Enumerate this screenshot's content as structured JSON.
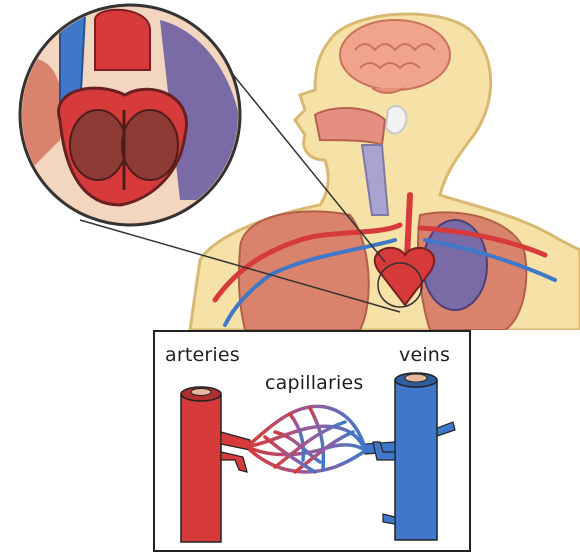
{
  "labels": {
    "arteries": "arteries",
    "capillaries": "capillaries",
    "veins": "veins"
  },
  "colors": {
    "skin": "#f6e1a6",
    "skin_outline": "#d9b872",
    "artery": "#d63a3a",
    "vein": "#3f78c8",
    "lung": "#d9836c",
    "heart_chamber": "#8f3b35",
    "brain": "#f0a48e"
  }
}
